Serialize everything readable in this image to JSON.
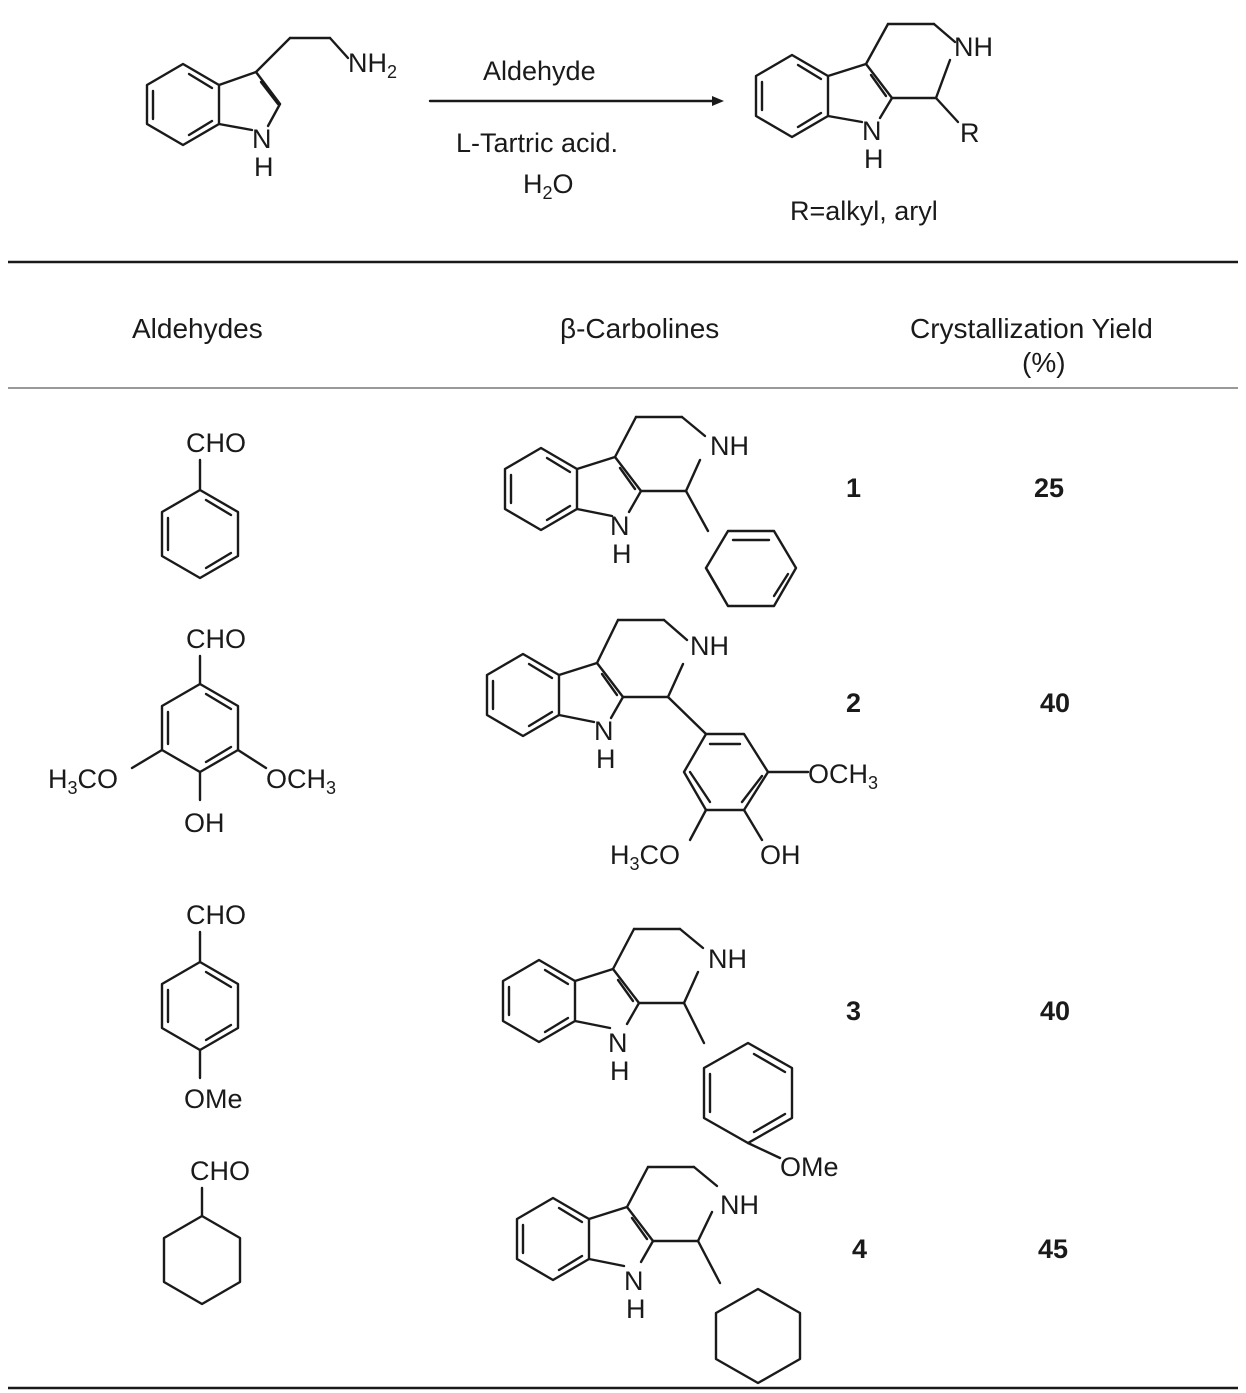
{
  "reaction": {
    "reagent_top": "Aldehyde",
    "reagent_bottom": "L-Tartric acid.",
    "solvent_main": "H",
    "solvent_sub": "2",
    "solvent_tail": "O",
    "product_note": "R=alkyl, aryl",
    "amine_N": "NH",
    "amine_sub": "2",
    "indole_N": "N",
    "indole_H": "H",
    "ring_NH": "NH",
    "R_group": "R"
  },
  "table": {
    "headers": {
      "aldehydes": "Aldehydes",
      "carbolines": "β-Carbolines",
      "yield_line1": "Crystallization Yield",
      "yield_line2": "(%)"
    },
    "rows": [
      {
        "compound": "1",
        "yield": "25"
      },
      {
        "compound": "2",
        "yield": "40"
      },
      {
        "compound": "3",
        "yield": "40"
      },
      {
        "compound": "4",
        "yield": "45"
      }
    ]
  },
  "labels": {
    "cho": "CHO",
    "nh": "NH",
    "n": "N",
    "h": "H",
    "oh": "OH",
    "och3_a": "OCH",
    "h3co_h": "H",
    "h3co_tail": "CO",
    "three": "3",
    "ome": "OMe"
  }
}
